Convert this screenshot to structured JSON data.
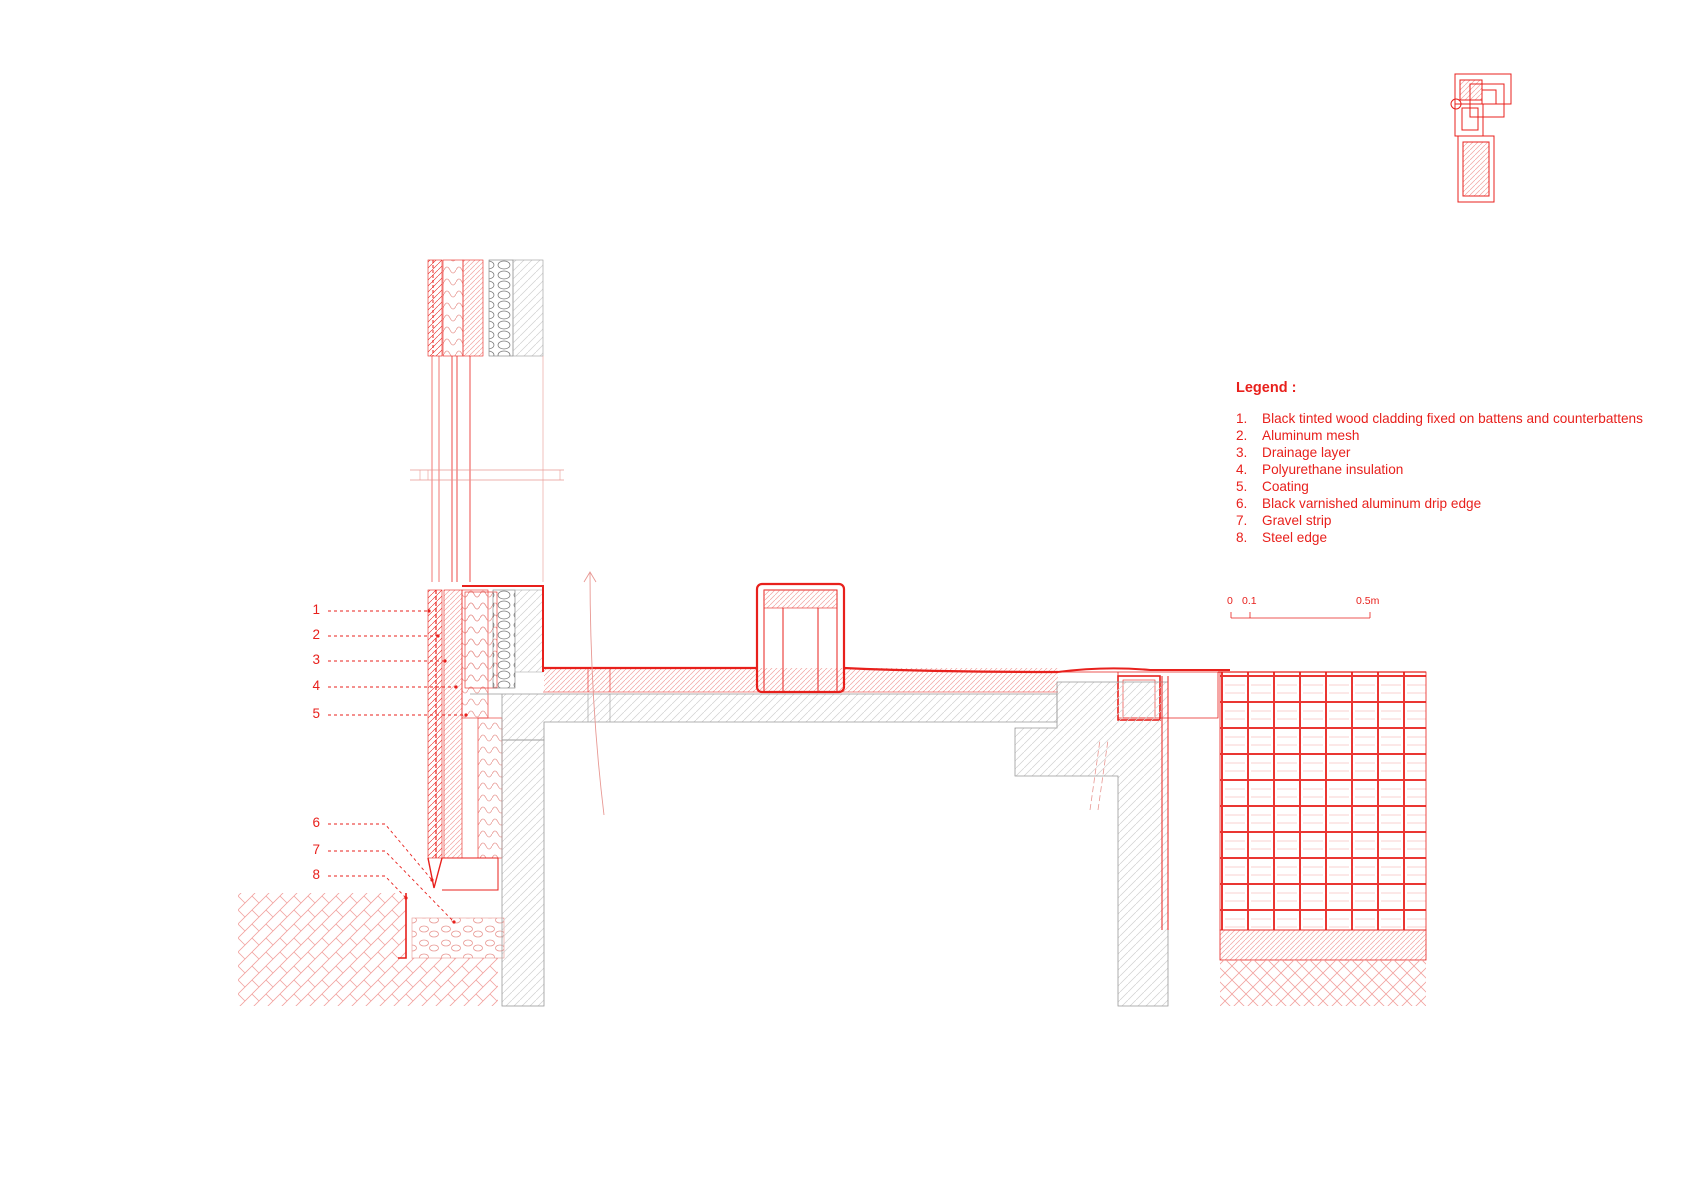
{
  "legend": {
    "title": "Legend :",
    "items": [
      {
        "num": "1.",
        "text": "Black tinted wood cladding fixed on battens and counterbattens"
      },
      {
        "num": "2.",
        "text": "Aluminum mesh"
      },
      {
        "num": "3.",
        "text": "Drainage layer"
      },
      {
        "num": "4.",
        "text": "Polyurethane insulation"
      },
      {
        "num": "5.",
        "text": "Coating"
      },
      {
        "num": "6.",
        "text": "Black varnished aluminum drip edge"
      },
      {
        "num": "7.",
        "text": "Gravel strip"
      },
      {
        "num": "8.",
        "text": "Steel edge"
      }
    ]
  },
  "callouts": [
    "1",
    "2",
    "3",
    "4",
    "5",
    "6",
    "7",
    "8"
  ],
  "scale": {
    "l0": "0",
    "l1": "0.1",
    "l2": "0.5m"
  },
  "colors": {
    "accent": "#e8201c",
    "grey": "#b0b0b0"
  }
}
